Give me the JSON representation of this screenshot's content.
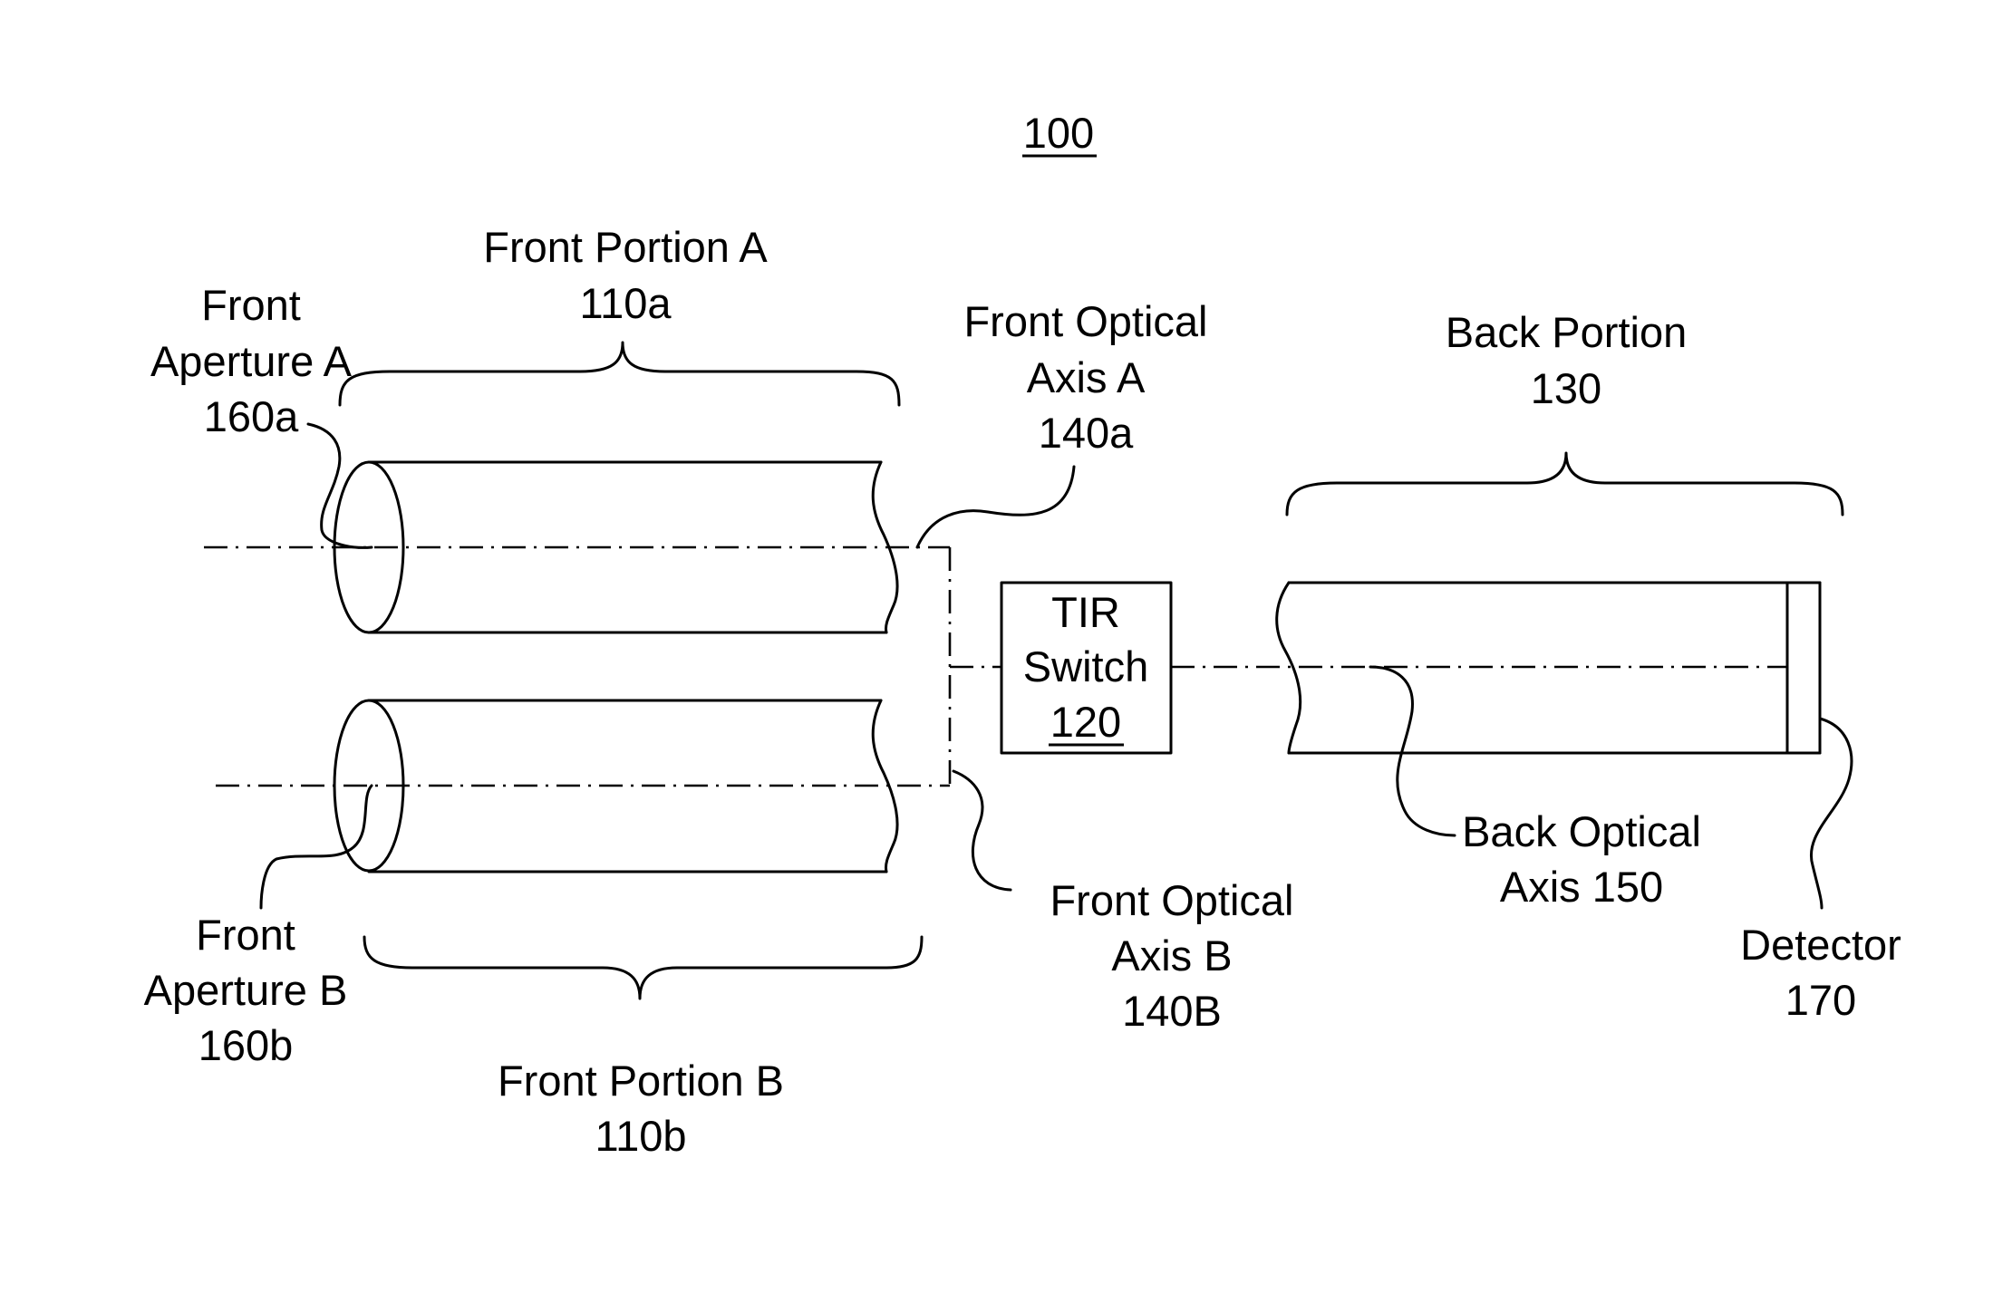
{
  "figure_number": "100",
  "labels": {
    "front_portion_a": {
      "line1": "Front Portion A",
      "line2": "110a"
    },
    "front_aperture_a": {
      "line1": "Front",
      "line2": "Aperture A",
      "line3": "160a"
    },
    "front_optical_axis_a": {
      "line1": "Front Optical",
      "line2": "Axis A",
      "line3": "140a"
    },
    "back_portion": {
      "line1": "Back Portion",
      "line2": "130"
    },
    "tir_switch": {
      "line1": "TIR",
      "line2": "Switch",
      "line3": "120"
    },
    "front_aperture_b": {
      "line1": "Front",
      "line2": "Aperture B",
      "line3": "160b"
    },
    "front_optical_axis_b": {
      "line1": "Front Optical",
      "line2": "Axis B",
      "line3": "140B"
    },
    "back_optical_axis": {
      "line1": "Back Optical",
      "line2": "Axis 150"
    },
    "detector": {
      "line1": "Detector",
      "line2": "170"
    },
    "front_portion_b": {
      "line1": "Front Portion B",
      "line2": "110b"
    }
  }
}
